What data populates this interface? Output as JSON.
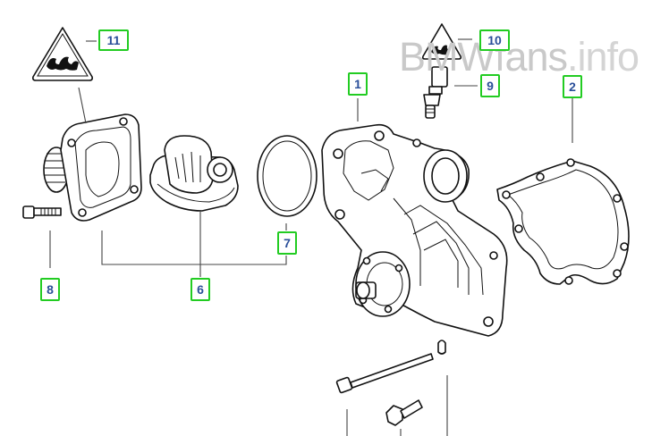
{
  "watermark": {
    "text": "BMWfans",
    "suffix": ".info"
  },
  "callouts": {
    "c1": "1",
    "c2": "2",
    "c6": "6",
    "c7": "7",
    "c8": "8",
    "c9": "9",
    "c10": "10",
    "c11": "11"
  },
  "colors": {
    "callout_border": "#22cc22",
    "callout_text": "#2a4f9a",
    "watermark": "#c9c9c9"
  }
}
